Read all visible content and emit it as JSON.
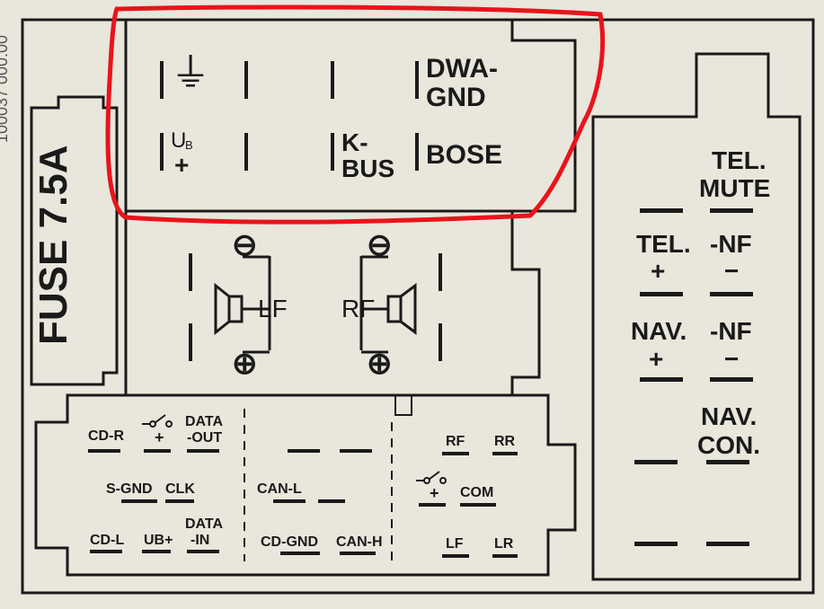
{
  "side_text": "100037 000.00",
  "fuse": "FUSE 7.5A",
  "top_block": {
    "row1": {
      "ground": "⏚",
      "dwa_line1": "DWA-",
      "dwa_line2": "GND"
    },
    "row2": {
      "ub_sub": "B",
      "ub_main": "U",
      "ub_plus": "+",
      "kbus_line1": "K-",
      "kbus_line2": "BUS",
      "bose": "BOSE"
    }
  },
  "speakers": {
    "left_label": "LF",
    "right_label": "RF",
    "minus": "⊖",
    "plus": "⊕"
  },
  "right_block": {
    "tel_mute_1": "TEL.",
    "tel_mute_2": "MUTE",
    "tel_1": "TEL.",
    "tel_2": "+",
    "nf1_1": "-NF",
    "nf1_2": "−",
    "nav_1": "NAV.",
    "nav_2": "+",
    "nf2_1": "-NF",
    "nf2_2": "−",
    "navcon_1": "NAV.",
    "navcon_2": "CON."
  },
  "bottom_block": {
    "cd_r": "CD-R",
    "switch_plus": "+",
    "data_out_1": "DATA",
    "data_out_2": "-OUT",
    "s_gnd": "S-GND",
    "clk": "CLK",
    "cd_l": "CD-L",
    "ub_plus": "UB+",
    "data_in_1": "DATA",
    "data_in_2": "-IN",
    "can_l": "CAN-L",
    "cd_gnd": "CD-GND",
    "can_h": "CAN-H",
    "rf": "RF",
    "rr": "RR",
    "switch_plus2": "+",
    "com": "COM",
    "lf": "LF",
    "lr": "LR"
  },
  "colors": {
    "highlight": "#e8141c",
    "ink": "#1a1a1a",
    "paper": "#e9e6dc"
  }
}
